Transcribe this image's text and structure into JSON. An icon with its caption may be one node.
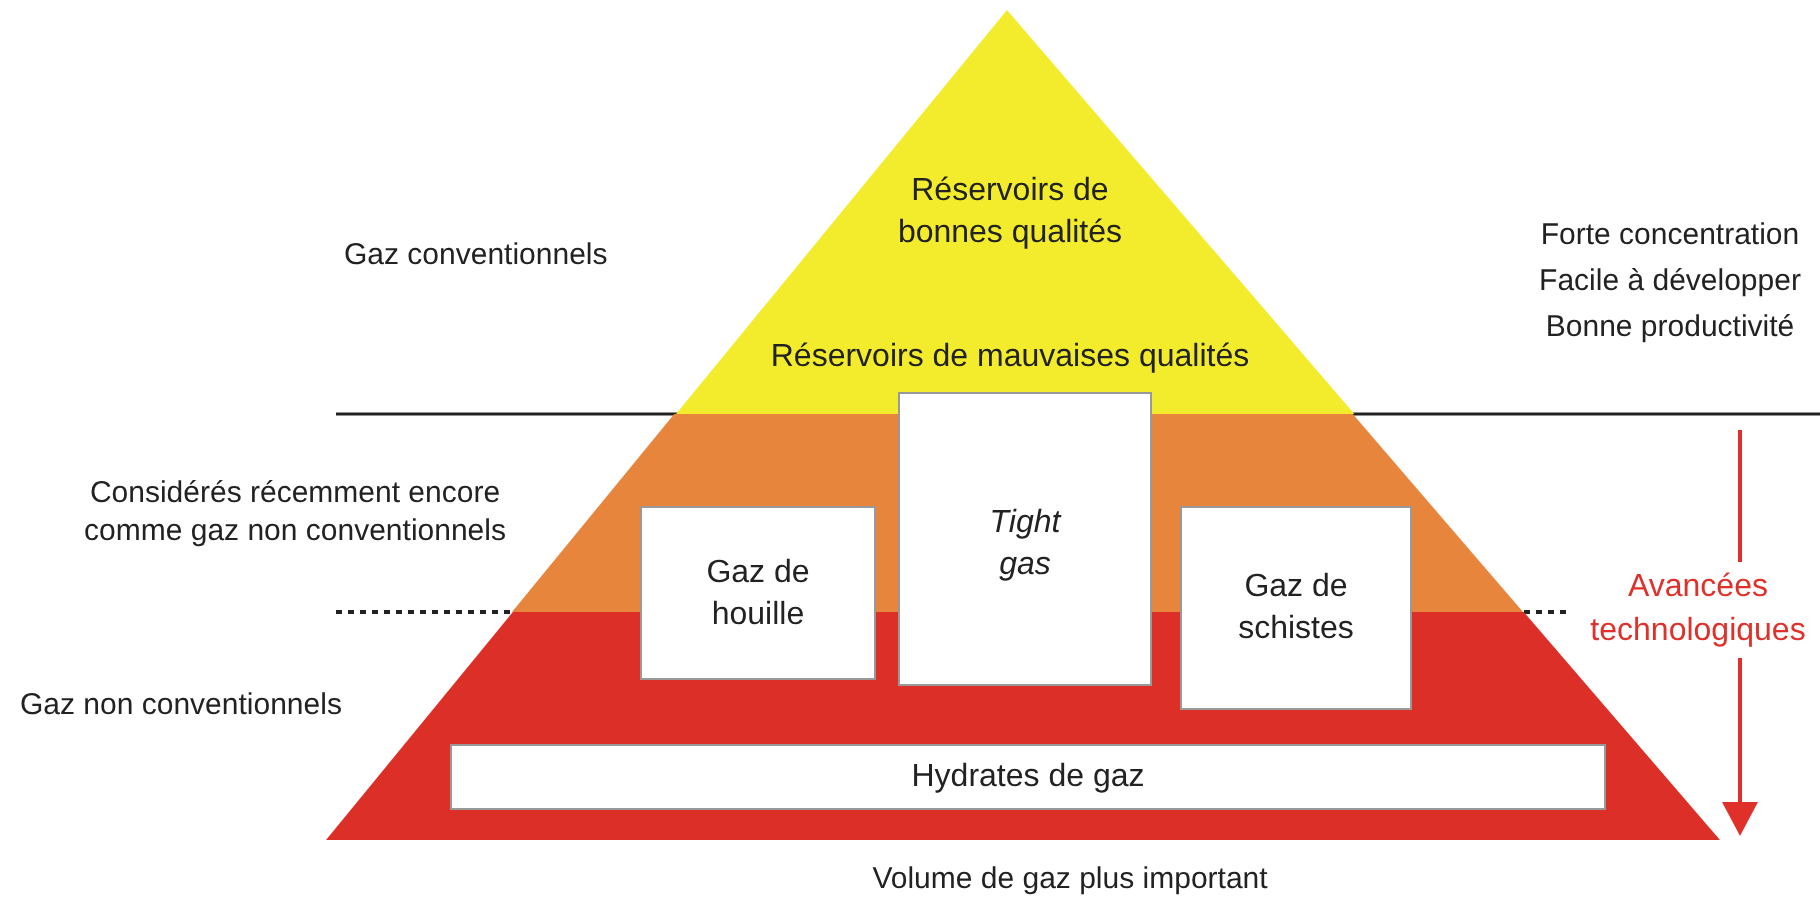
{
  "diagram": {
    "nodes": [
      {
        "text": [
          "Réservoirs de bonnes qualités",
          "Réservoirs de mauvaises qualités"
        ]
      },
      {
        "text": [],
        "shape": "band"
      },
      {
        "text": [],
        "shape": "band"
      },
      {
        "text": [
          "Gaz de houille"
        ]
      },
      {
        "text": [
          "Tight gas"
        ]
      },
      {
        "text": [
          "Gaz de schistes"
        ]
      },
      {
        "text": [
          "Hydrates de gaz"
        ],
        "in": 2
      }
    ],
    "edges": [],
    "labels": [
      "Gaz conventionnels",
      "Forte concentration",
      "Facile à développer",
      "Bonne productivité",
      "Considérés récemment encore comme gaz non conventionnels",
      "Avancées technologiques",
      "Gaz non conventionnels",
      "Volume de gaz plus important"
    ]
  }
}
